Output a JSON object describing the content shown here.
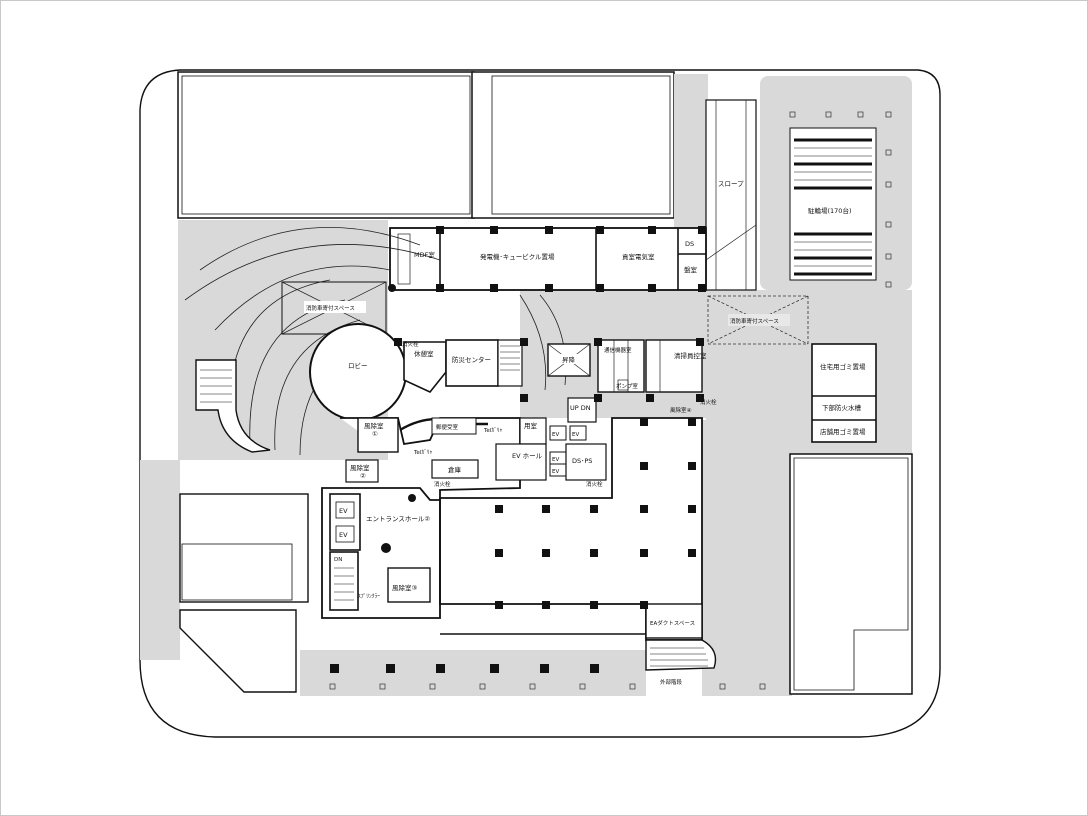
{
  "rooms": {
    "mdf": "MDF室",
    "generator": "発電機･キュービクル置場",
    "electrical": "貢室電気室",
    "ds_top": "DS",
    "board": "盤室",
    "slope": "スロープ",
    "bicycle": "駐輪場(170台)",
    "fire_space_left": "消防車寄付スペース",
    "fire_space_right": "消防車寄付スペース",
    "lobby": "ロビー",
    "rest_room": "休憩室",
    "disaster_center": "防災センター",
    "ev_lift": "昇降",
    "cleaning_control": "清掃員控室",
    "housing_garbage": "住宅用ゴミ置場",
    "sewage": "下部防火水槽",
    "shop_garbage": "店舗用ゴミ置場",
    "wind_room_1": "風除室",
    "wind_room_1_num": "①",
    "wind_room_2": "風除室",
    "wind_room_2_num": "②",
    "wind_room_3": "風除室③",
    "wind_room_4": "風除室④",
    "mail": "郵便受室",
    "tel_1": "Telｶﾞﾘｬ",
    "tel_2": "Telｶﾞﾘｬ",
    "storage": "倉庫",
    "janitor": "用室",
    "ev_hall": "EV ホール",
    "ds_ps": "DS･PS",
    "up_dn": "UP DN",
    "entrance_hall": "エントランスホール②",
    "ev1": "EV",
    "ev2": "EV",
    "ev3": "EV",
    "ev4": "EV",
    "ev5": "EV",
    "ev6": "EV",
    "dn": "DN",
    "ea_duct": "EAダクトスペース",
    "outer_stair": "外部階段",
    "fire_hydrant_1": "消火栓",
    "fire_hydrant_2": "消火栓",
    "fire_hydrant_3": "消火栓",
    "fire_hydrant_4": "消火栓",
    "sprinkler": "ｽﾌﾟﾘﾝｸﾗｰ",
    "tele_equip": "通信機器室",
    "pump": "ポンプ室"
  }
}
